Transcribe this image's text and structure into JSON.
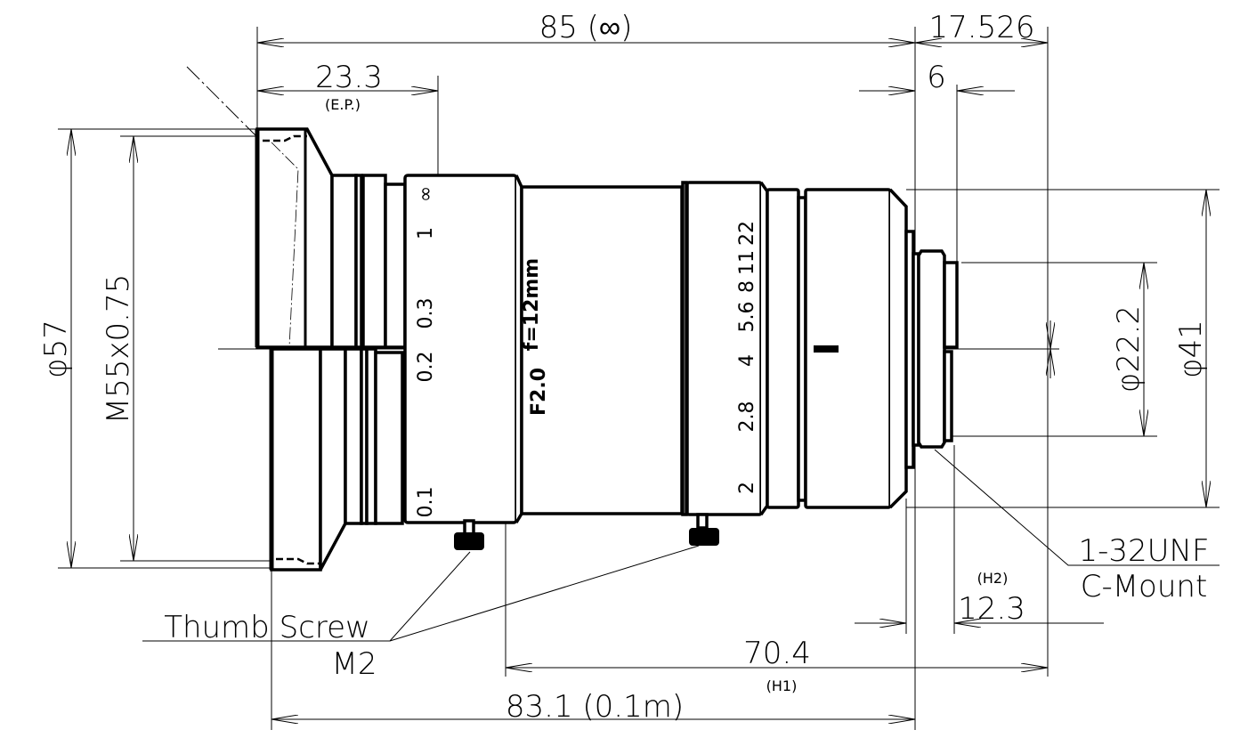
{
  "dimensions": {
    "overall_length": "85  (∞)",
    "back_length": "17.526",
    "entrance_pupil": "23.3",
    "entrance_pupil_label": "(E.P.)",
    "flange_depth": "6",
    "front_diameter": "φ57",
    "filter_thread": "M55x0.75",
    "rear_diameter": "φ41",
    "mount_diameter": "φ22.2",
    "h1_distance": "70.4",
    "h1_label": "(H1)",
    "h2_distance": "12.3",
    "h2_label": "(H2)",
    "close_focus_length": "83.1 (0.1m)"
  },
  "callouts": {
    "thumb_screw": "Thumb Screw",
    "thumb_screw_size": "M2",
    "mount_thread": "1-32UNF",
    "mount_type": "C-Mount"
  },
  "lens_markings": {
    "focus_scale": [
      "∞",
      "1",
      "0.3",
      "0.2",
      "0.1"
    ],
    "focal_length": "f=12mm",
    "max_aperture": "F2.0",
    "aperture_scale": [
      "22",
      "11",
      "8",
      "5.6",
      "4",
      "2.8",
      "2"
    ]
  }
}
